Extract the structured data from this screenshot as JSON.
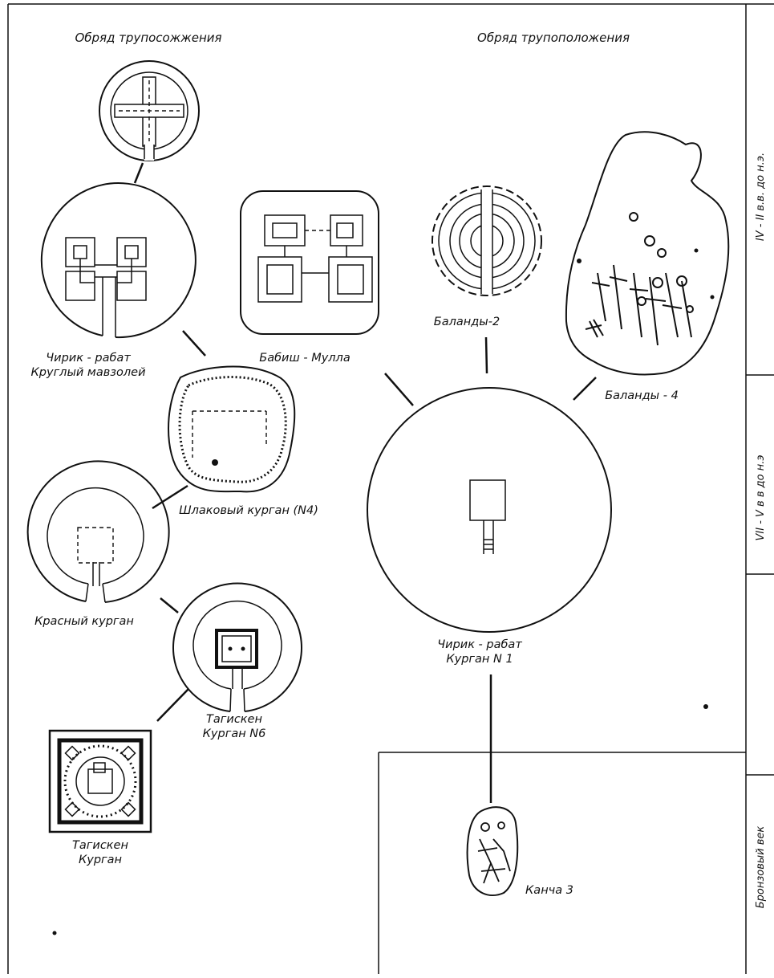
{
  "headers": {
    "cremation": "Обряд трупосожжения",
    "inhumation": "Обряд трупоположения"
  },
  "periods": [
    {
      "label": "IV - II в.в. до н.э."
    },
    {
      "label": "VII - V в в до н.э"
    },
    {
      "label": "Бронзовый век"
    }
  ],
  "monuments": {
    "chirik_round": {
      "line1": "Чирик - рабат",
      "line2": "Круглый мавзолей"
    },
    "shlakovy": {
      "label": "Шлаковый курган (N4)"
    },
    "krasny": {
      "label": "Красный курган"
    },
    "tagisken_n6": {
      "line1": "Тагискен",
      "line2": "Курган N6"
    },
    "tagisken": {
      "line1": "Тагискен",
      "line2": "Курган"
    },
    "babish_mulla": {
      "label": "Бабиш - Мулла"
    },
    "balandy2": {
      "label": "Баланды-2"
    },
    "balandy4": {
      "label": "Баланды - 4"
    },
    "chirik_n1": {
      "line1": "Чирик - рабат",
      "line2": "Курган N 1"
    },
    "kancha3": {
      "label": "Канча 3"
    }
  }
}
